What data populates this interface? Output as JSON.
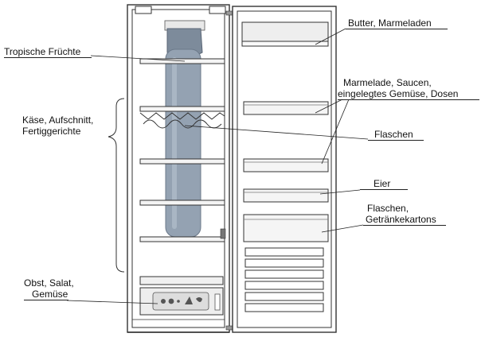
{
  "labels": {
    "tropical": "Tropische Früchte",
    "cheese_1": "Käse, Aufschnitt,",
    "cheese_2": "Fertiggerichte",
    "fruit_1": "Obst, Salat,",
    "fruit_2": "Gemüse",
    "butter": "Butter, Marmeladen",
    "jam_1": "Marmelade, Saucen,",
    "jam_2": "eingelegtes Gemüse, Dosen",
    "bottles": "Flaschen",
    "eggs": "Eier",
    "bottles2_1": "Flaschen,",
    "bottles2_2": "Getränkekartons"
  },
  "colors": {
    "outline": "#333333",
    "shelf_fill": "#f4f4f4",
    "bottle_rack": "#8c9aaa",
    "bottle_rack_dark": "#6c7a8a",
    "leader": "#222222"
  }
}
